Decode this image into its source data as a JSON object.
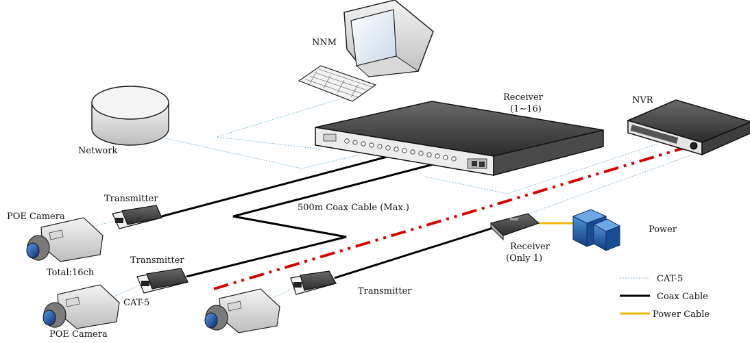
{
  "labels": {
    "nnm": "NNM",
    "network": "Network",
    "receiver_main_line1": "Receiver",
    "receiver_main_line2": "(1~16)",
    "nvr": "NVR",
    "transmitter_top": "Transmitter",
    "transmitter_mid": "Transmitter",
    "transmitter_bottom": "Transmitter",
    "poe_camera_top": "POE Camera",
    "poe_camera_bottom": "POE Camera",
    "total": "Total:16ch",
    "cat5_mid": "CAT-5",
    "coax_distance": "500m Coax Cable (Max.)",
    "receiver_only_line1": "Receiver",
    "receiver_only_line2": "(Only 1)",
    "power": "Power"
  },
  "legend": [
    {
      "label": "CAT-5",
      "color": "#7fb8d8",
      "style": "dotted"
    },
    {
      "label": "Coax Cable",
      "color": "#000000",
      "style": "solid"
    },
    {
      "label": "Power Cable",
      "color": "#f2b705",
      "style": "solid"
    }
  ],
  "colors": {
    "coax": "#000000",
    "cat5": "#7fb8d8",
    "power": "#f2b705",
    "nvr_link": "#d40000",
    "device_dark": "#3a3a3a",
    "power_unit": "#1f5fb0"
  }
}
